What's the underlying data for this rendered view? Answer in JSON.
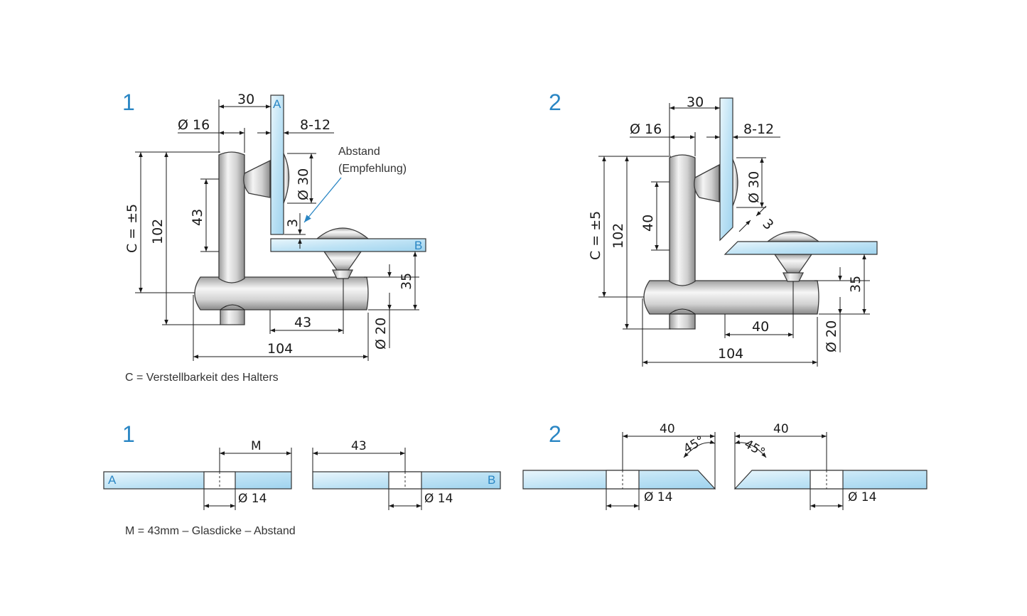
{
  "figures": {
    "fig1_number": "1",
    "fig2_number": "2",
    "fig1_bottom_number": "1",
    "fig2_bottom_number": "2"
  },
  "fig1": {
    "dim_30": "30",
    "dim_d16": "Ø 16",
    "dim_812": "8-12",
    "dim_d30": "Ø 30",
    "dim_43_vert": "43",
    "dim_3": "3",
    "dim_c": "C = ±5",
    "dim_102": "102",
    "dim_35": "35",
    "dim_43_horiz": "43",
    "dim_d20": "Ø 20",
    "dim_104": "104",
    "glass_a": "A",
    "glass_b": "B",
    "abstand_line1": "Abstand",
    "abstand_line2": "(Empfehlung)"
  },
  "fig2": {
    "dim_30": "30",
    "dim_d16": "Ø 16",
    "dim_812": "8-12",
    "dim_d30": "Ø 30",
    "dim_40_vert": "40",
    "dim_3": "3",
    "dim_c": "C = ±5",
    "dim_102": "102",
    "dim_35": "35",
    "dim_40_horiz": "40",
    "dim_d20": "Ø 20",
    "dim_104": "104"
  },
  "notes": {
    "c_note": "C = Verstellbarkeit des Halters",
    "m_note": "M = 43mm – Glasdicke – Abstand"
  },
  "bottom1": {
    "dim_m": "M",
    "dim_43": "43",
    "dim_d14_left": "Ø 14",
    "dim_d14_right": "Ø 14",
    "glass_a": "A",
    "glass_b": "B"
  },
  "bottom2": {
    "dim_40_left": "40",
    "dim_40_right": "40",
    "angle_left": "45°",
    "angle_right": "45°",
    "dim_d14_left": "Ø 14",
    "dim_d14_right": "Ø 14"
  },
  "colors": {
    "accent": "#2a86c4",
    "glass": "#bfe3f5",
    "metal": "#d8d8d8"
  }
}
